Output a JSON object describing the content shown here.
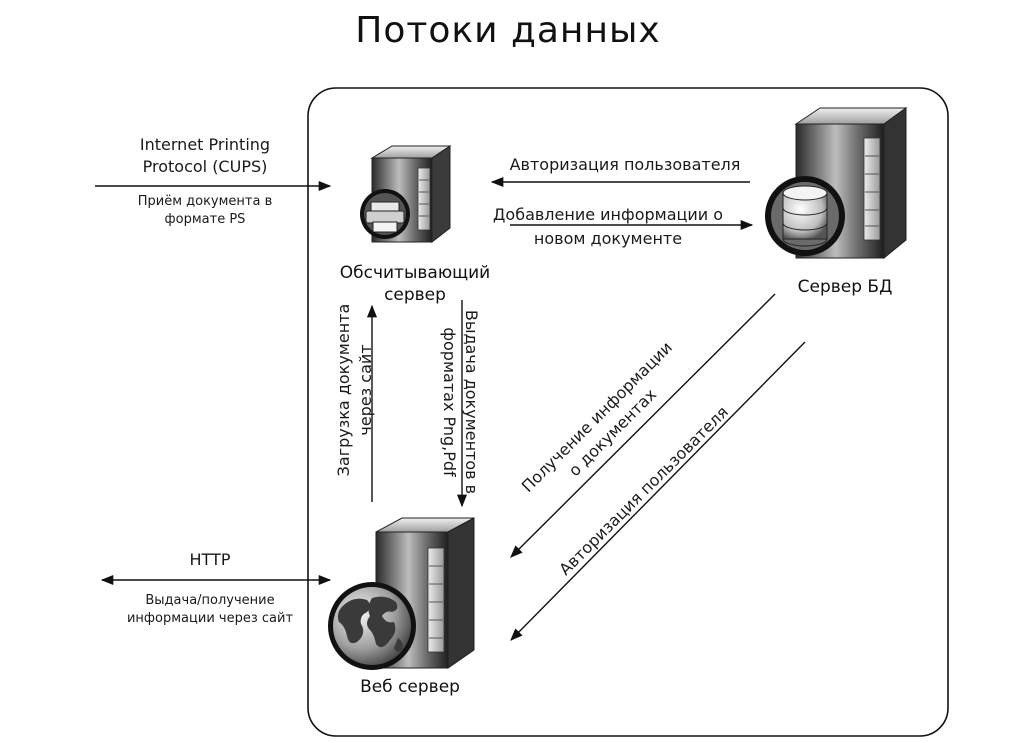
{
  "title": "Потоки данных",
  "external": {
    "ipp": {
      "protocol_line1": "Internet Printing",
      "protocol_line2": "Protocol (CUPS)",
      "desc_line1": "Приём документа в",
      "desc_line2": "формате PS"
    },
    "http": {
      "protocol": "HTTP",
      "desc_line1": "Выдача/получение",
      "desc_line2": "информации через сайт"
    }
  },
  "servers": {
    "scan_line1": "Обсчитывающий",
    "scan_line2": "сервер",
    "db": "Сервер БД",
    "web": "Веб сервер"
  },
  "flows": {
    "auth_user_top": "Авторизация пользователя",
    "add_info_line1": "Добавление информации о",
    "add_info_line2": "новом документе",
    "upload_line1": "Загрузка документа",
    "upload_line2": "через сайт",
    "output_line1": "Выдача документов в",
    "output_line2": "форматах Png,Pdf",
    "get_info_line1": "Получение информации",
    "get_info_line2": "о документах",
    "auth_user_diag": "Авторизация пользователя"
  }
}
